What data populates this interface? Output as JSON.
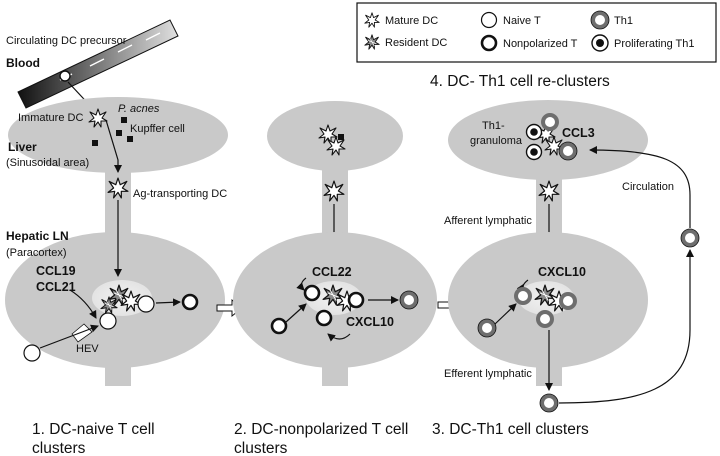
{
  "legend": {
    "mature_dc": "Mature DC",
    "resident_dc": "Resident DC",
    "naive_t": "Naive T",
    "nonpolarized_t": "Nonpolarized T",
    "th1": "Th1",
    "proliferating_th1": "Proliferating Th1"
  },
  "labels": {
    "circulating_precursor": "Circulating DC precursor",
    "blood": "Blood",
    "immature_dc": "Immature DC",
    "p_acnes": "P. acnes",
    "kupffer": "Kupffer cell",
    "liver": "Liver",
    "sinusoidal": "(Sinusoidal area)",
    "ag_transporting": "Ag-transporting DC",
    "hepatic_ln": "Hepatic LN",
    "paracortex": "(Paracortex)",
    "ccl19": "CCL19",
    "ccl21": "CCL21",
    "hev": "HEV",
    "ccl22": "CCL22",
    "cxcl10_stage2": "CXCL10",
    "th1_granuloma_line1": "Th1-",
    "th1_granuloma_line2": "granuloma",
    "ccl3": "CCL3",
    "circulation": "Circulation",
    "afferent": "Afferent lymphatic",
    "cxcl10_stage3": "CXCL10",
    "efferent": "Efferent lymphatic"
  },
  "captions": {
    "stage1_line1": "1. DC-naive T cell",
    "stage1_line2": "clusters",
    "stage2_line1": "2. DC-nonpolarized T cell",
    "stage2_line2": "clusters",
    "stage3": "3. DC-Th1 cell clusters",
    "stage4": "4. DC- Th1 cell re-clusters"
  },
  "colors": {
    "organ_fill": "#c9c9c9",
    "cell_ring": "#111111",
    "th1_ring": "#6e6e6e"
  }
}
